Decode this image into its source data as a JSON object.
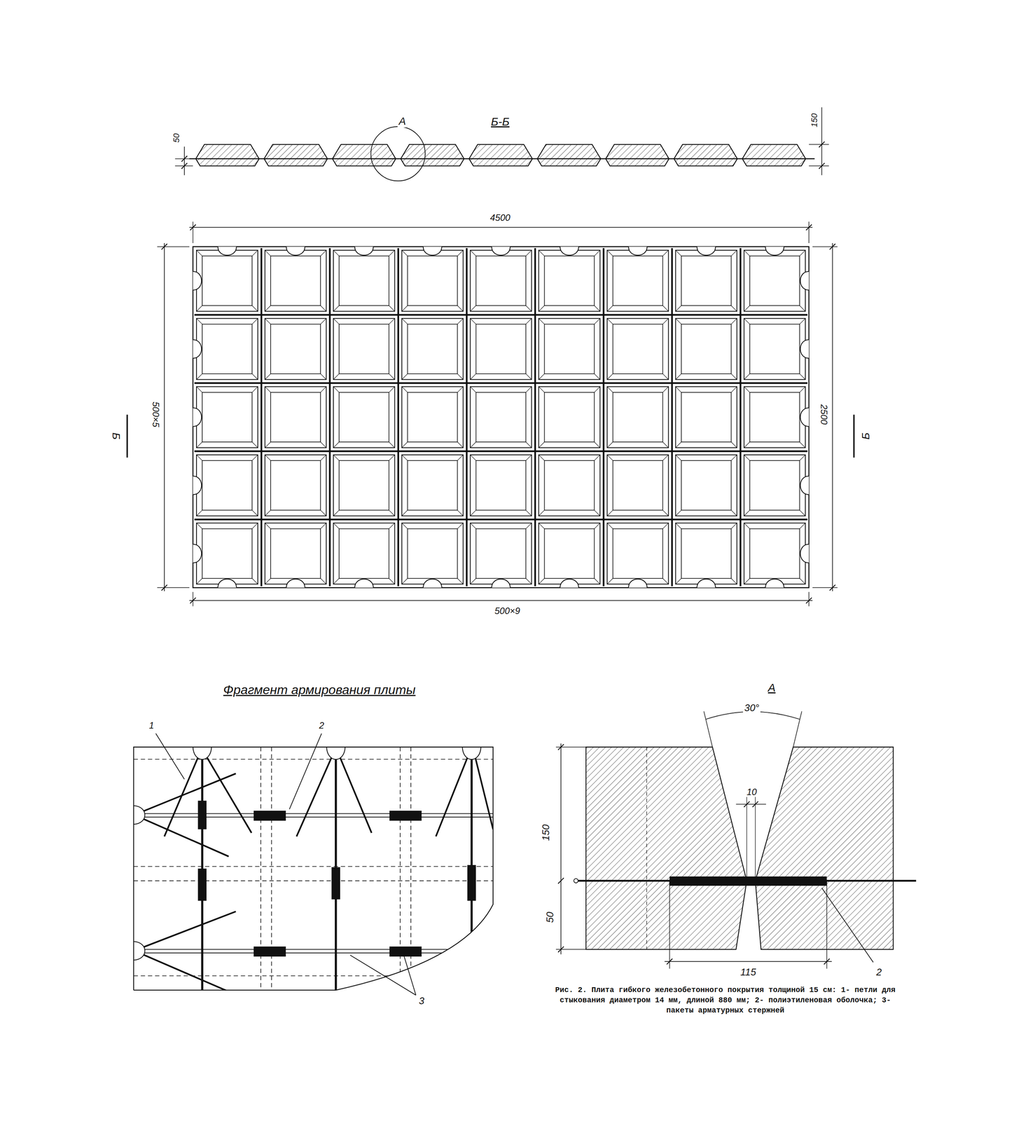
{
  "diagram": {
    "caption": "Рис. 2. Плита гибкого железобетонного покрытия толщиной 15 см: 1- петли для стыкования диаметром 14 мм, длиной 880 мм; 2- полиэтиленовая оболочка; 3- пакеты арматурных стержней",
    "labels": [
      "А",
      "Б-Б",
      "50",
      "150",
      "4500",
      "500×5",
      "2500",
      "Б",
      "Б",
      "500×9",
      "Фрагмент армирования плиты",
      "1",
      "2",
      "3",
      "А",
      "30°",
      "10",
      "150",
      "50",
      "115",
      "2"
    ]
  }
}
